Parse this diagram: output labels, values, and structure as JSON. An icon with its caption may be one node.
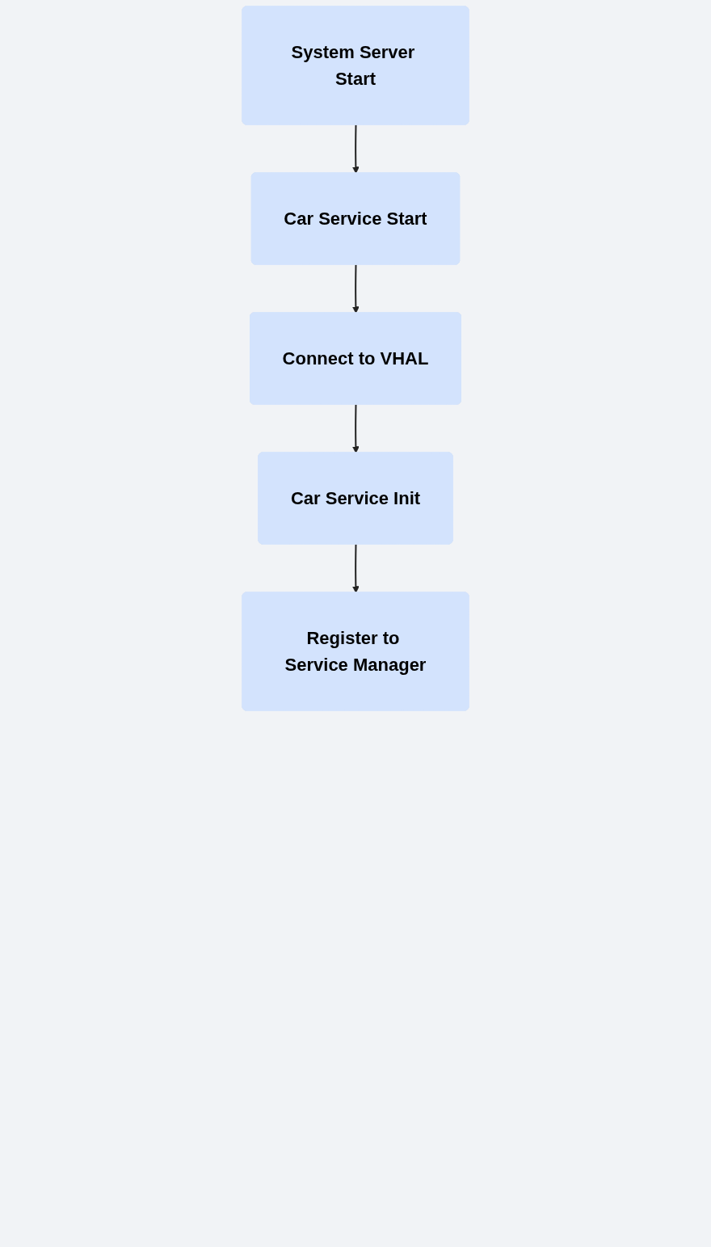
{
  "diagram": {
    "nodes": [
      {
        "text": [
          "System Server Start"
        ]
      },
      {
        "text": [
          "Car Service Start"
        ]
      },
      {
        "text": [
          "Connect to VHAL"
        ]
      },
      {
        "text": [
          "Car Service Init"
        ]
      },
      {
        "text": [
          "Register to Service Manager"
        ]
      }
    ],
    "edges": [
      {
        "from": 0,
        "to": 1,
        "arrow": "to"
      },
      {
        "from": 1,
        "to": 2,
        "arrow": "to"
      },
      {
        "from": 2,
        "to": 3,
        "arrow": "to"
      },
      {
        "from": 3,
        "to": 4,
        "arrow": "to"
      }
    ]
  }
}
